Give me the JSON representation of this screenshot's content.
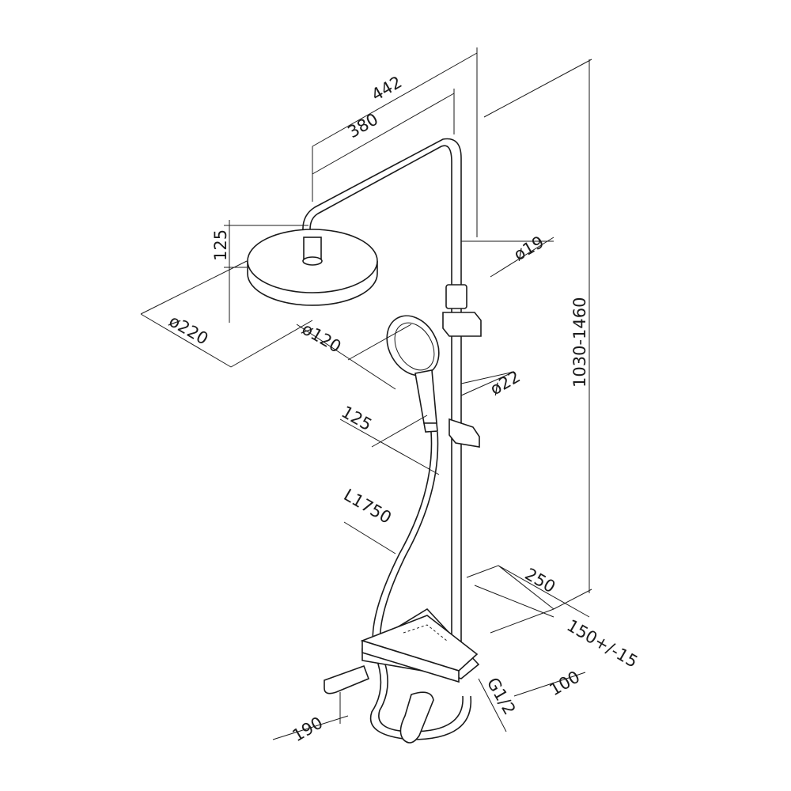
{
  "title": "Shower system dimension drawing",
  "dimensions": {
    "arm_total": "442",
    "arm_reach": "380",
    "head_height": "125",
    "pipe_diameter": "ø19",
    "head_diameter": "ø220",
    "hand_shower_diameter": "ø120",
    "lower_pipe_diameter": "ø22",
    "hand_shower_offset": "125",
    "hose_length": "L1750",
    "height_range": "1030-1460",
    "mixer_depth": "250",
    "connection_spacing": "150+/-15",
    "mixer_height": "100",
    "thread": "G1/2",
    "spout_length": "190"
  }
}
